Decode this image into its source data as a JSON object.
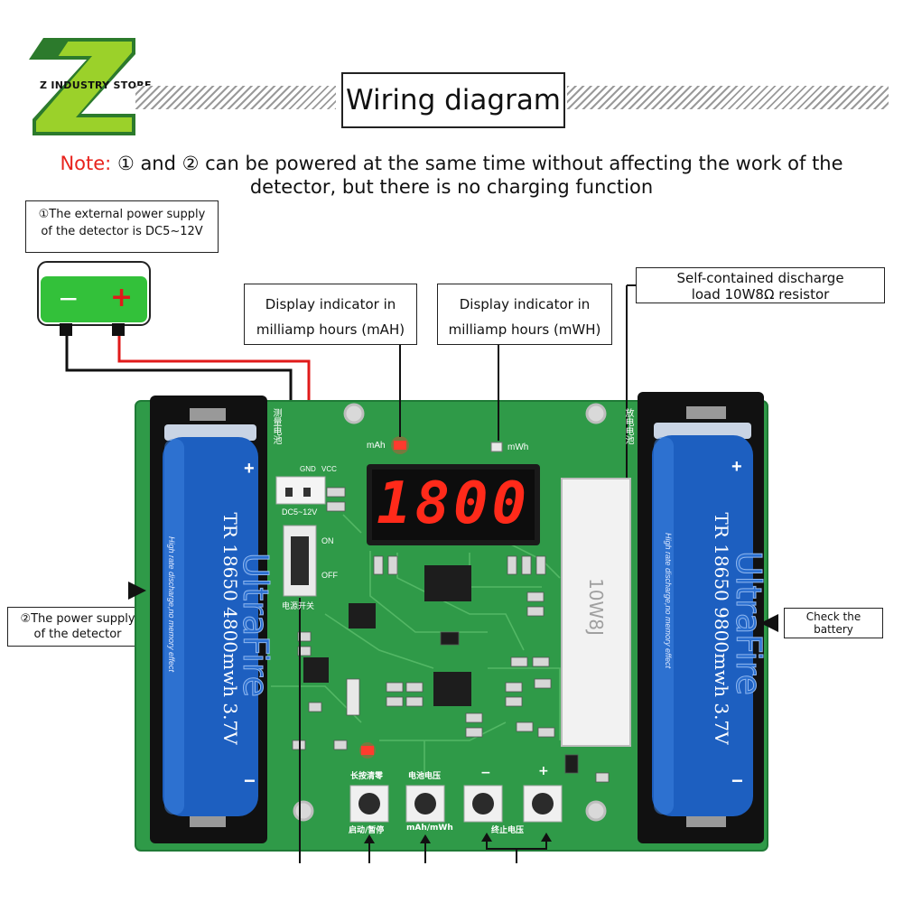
{
  "brand": {
    "name": "Z INDUSTRY STORE"
  },
  "header": {
    "title": "Wiring diagram"
  },
  "note": {
    "label": "Note:",
    "line1": "① and ② can be powered at the same time without affecting the work of the",
    "line2": "detector, but there is no charging function"
  },
  "callouts": {
    "external_power": {
      "line1": "①The external power supply",
      "line2": "of the detector is DC5~12V"
    },
    "mah": {
      "line1": "Display indicator in",
      "line2": "milliamp hours (mAH)"
    },
    "mwh": {
      "line1": "Display indicator in",
      "line2": "milliamp hours (mWH)"
    },
    "resistor": {
      "line1": "Self-contained discharge",
      "line2": "load 10W8Ω resistor"
    },
    "power_supply": {
      "line1": "②The power supply",
      "line2": "of the detector"
    },
    "check_battery": {
      "line1": "Check the",
      "line2": "battery"
    }
  },
  "power_block": {
    "minus": "−",
    "plus": "+"
  },
  "board": {
    "display_value": "1800",
    "mah_label": "mAh",
    "mwh_label": "mWh",
    "dc_label": "DC5~12V",
    "gnd_label": "GND",
    "vcc_label": "VCC",
    "on_label": "ON",
    "off_label": "OFF",
    "switch_label": "电源开关",
    "btn1_top": "长按清零",
    "btn1_bottom": "启动/暂停",
    "btn2_top": "电池电压",
    "btn2_bottom": "mAh/mWh",
    "btn34_top_minus": "−",
    "btn34_top_plus": "+",
    "btn34_bottom": "终止电压",
    "resistor_text": "10W8J",
    "holder_left_label": "测量电池",
    "holder_right_label": "放电电池"
  },
  "batteries": {
    "left": {
      "text": "TR 18650 4800mwh 3.7V",
      "brand": "UltraFire",
      "small": "High rate discharge,no memory effect",
      "plus": "+",
      "minus": "−"
    },
    "right": {
      "text": "TR 18650 9800mwh 3.7V",
      "brand": "UltraFire",
      "small": "High rate discharge,no memory effect",
      "plus": "+",
      "minus": "−"
    }
  },
  "colors": {
    "board": "#2f9a48",
    "battery": "#1d5fc0",
    "note_red": "#e8231d",
    "segment": "#ff2a1a",
    "wire_red": "#e01a1a"
  }
}
